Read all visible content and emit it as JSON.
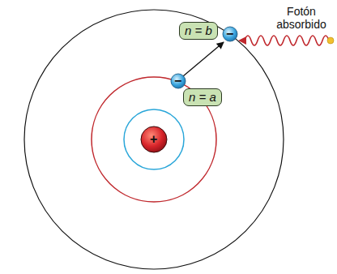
{
  "diagram": {
    "nodes": [
      {
        "text": [
          "n = b"
        ]
      },
      {
        "text": [
          "n = a"
        ]
      }
    ],
    "labels": [
      "Fotón absorbido",
      "+",
      "−",
      "−"
    ]
  }
}
